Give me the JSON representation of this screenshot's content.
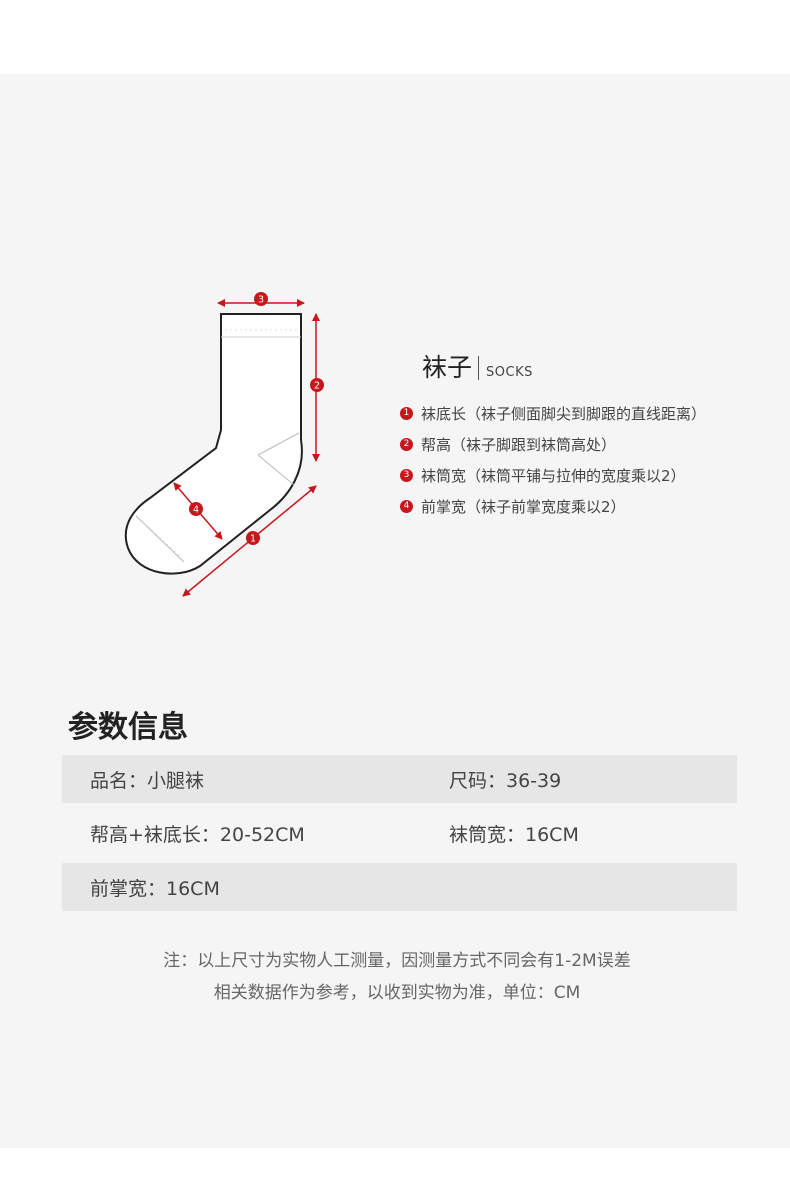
{
  "legend": {
    "title_cn": "袜子",
    "title_en": "SOCKS",
    "items": [
      {
        "num": "1",
        "text": "袜底长（袜子侧面脚尖到脚跟的直线距离）"
      },
      {
        "num": "2",
        "text": "帮高（袜子脚跟到袜筒高处）"
      },
      {
        "num": "3",
        "text": "袜筒宽（袜筒平铺与拉伸的宽度乘以2）"
      },
      {
        "num": "4",
        "text": "前掌宽（袜子前掌宽度乘以2）"
      }
    ]
  },
  "diagram": {
    "markers": [
      "1",
      "2",
      "3",
      "4"
    ],
    "accent_color": "#c8161d"
  },
  "params": {
    "title": "参数信息",
    "rows": [
      {
        "left": "品名：小腿袜",
        "right": "尺码：36-39"
      },
      {
        "left": "帮高+袜底长：20-52CM",
        "right": "袜筒宽：16CM"
      },
      {
        "left": "前掌宽：16CM",
        "right": ""
      }
    ]
  },
  "note": {
    "line1": "注：以上尺寸为实物人工测量，因测量方式不同会有1-2M误差",
    "line2": "相关数据作为参考，以收到实物为准，单位：CM"
  }
}
